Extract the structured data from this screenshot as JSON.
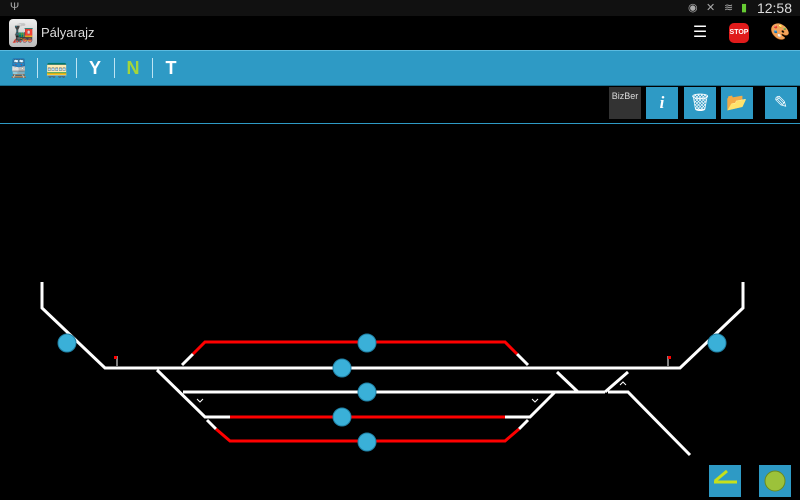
{
  "status": {
    "time": "12:58",
    "icons": [
      "usb-icon",
      "eye-icon",
      "mute-icon",
      "wifi-icon",
      "battery-icon"
    ]
  },
  "app": {
    "title": "Pályarajz"
  },
  "actionbar": {
    "icons": [
      "sliders-icon",
      "stop-icon",
      "palette-icon"
    ],
    "stop_label": "STOP"
  },
  "toolbar": {
    "icons": [
      "train-icon",
      "trains-icon",
      "switch-icon",
      "double-switch-icon",
      "signal-icon"
    ]
  },
  "buttons": {
    "bizber": "BizBer",
    "info": "i"
  },
  "colors": {
    "accent": "#2e9ac5",
    "occupied": "#ff0000",
    "track": "#ffffff",
    "dot": "#3ab0d8"
  }
}
